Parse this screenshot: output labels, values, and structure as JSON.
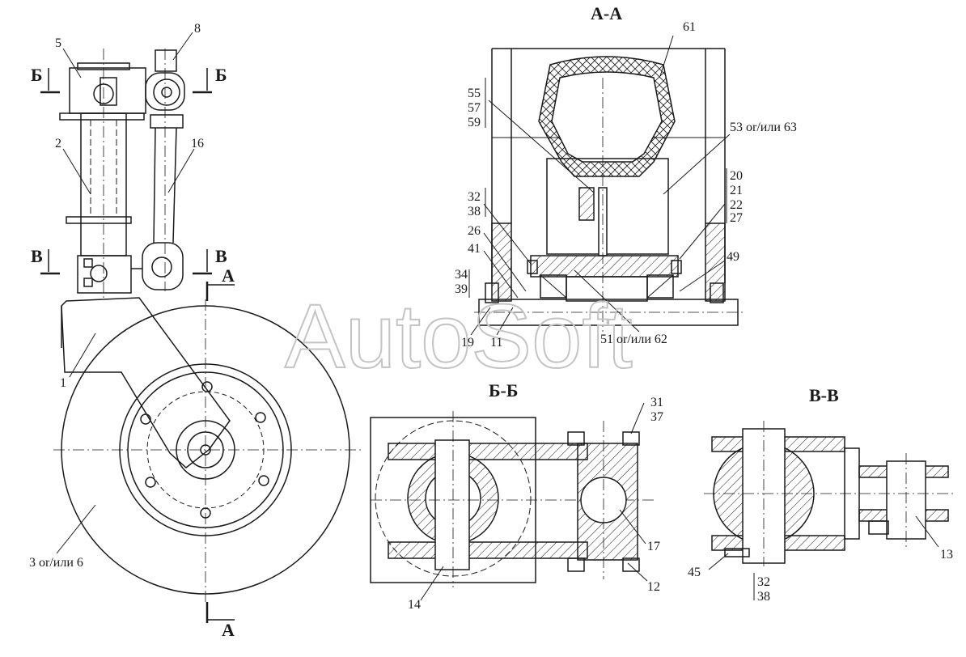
{
  "watermark": "AutoSoft",
  "views": {
    "aa_title": "А-А",
    "bb_title": "Б-Б",
    "vv_title": "В-В"
  },
  "section_marks": {
    "b_left": "Б",
    "b_right": "Б",
    "v_left": "В",
    "v_right": "В",
    "a_top": "А",
    "a_bottom": "А"
  },
  "main_view_labels": {
    "l5": "5",
    "l8": "8",
    "l2": "2",
    "l16": "16",
    "l1": "1",
    "l3_6": "3 or/или 6"
  },
  "aa_labels": {
    "l61": "61",
    "l55": "55",
    "l57": "57",
    "l59": "59",
    "l53_63": "53 or/или 63",
    "l32": "32",
    "l38": "38",
    "l20": "20",
    "l21": "21",
    "l22": "22",
    "l27": "27",
    "l26": "26",
    "l41": "41",
    "l49": "49",
    "l34": "34",
    "l39": "39",
    "l19": "19",
    "l11": "11",
    "l51_62": "51 or/или 62"
  },
  "bb_labels": {
    "l31": "31",
    "l37": "37",
    "l17": "17",
    "l12": "12",
    "l14": "14"
  },
  "vv_labels": {
    "l13": "13",
    "l45": "45",
    "l32": "32",
    "l38": "38"
  },
  "colors": {
    "line": "#1a1a1a",
    "watermark": "#c4c4c4",
    "background": "#ffffff"
  }
}
